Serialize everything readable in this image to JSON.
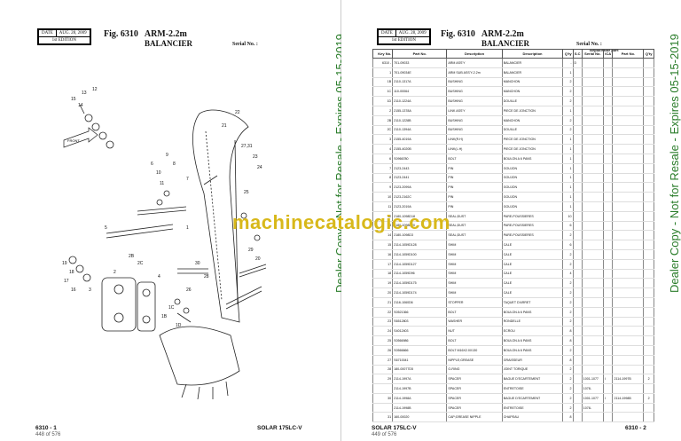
{
  "header": {
    "date_label": "DATE",
    "date_value": "AUG. 28, 2009",
    "edition": "1st EDITION",
    "fig": "Fig. 6310",
    "title_en": "ARM-2.2m",
    "title_fr": "BALANCIER",
    "serial": "Serial No. :"
  },
  "watermark": "Dealer Copy - Not for Resale - Expires 05-15-2019",
  "site_mark": "machinecatalogic.com",
  "left_footer": {
    "page": "6310 - 1",
    "count": "448 of 576",
    "model": "SOLAR 175LC-V"
  },
  "right_footer": {
    "page": "6310 - 2",
    "count": "449 of 576",
    "model": "SOLAR 175LC-V"
  },
  "diagram": {
    "callouts": [
      "15",
      "14",
      "13",
      "12",
      "10",
      "9",
      "8",
      "7",
      "6",
      "11",
      "27,31",
      "21",
      "22",
      "23",
      "24",
      "25",
      "1",
      "2",
      "3",
      "4",
      "5",
      "30",
      "28",
      "29",
      "26",
      "20",
      "19",
      "18",
      "17",
      "16",
      "2C",
      "2B",
      "1C",
      "1B",
      "1D"
    ],
    "front_label": "FRONT"
  },
  "table": {
    "headers": {
      "key": "Key No.",
      "part": "Part No.",
      "desc": "Description",
      "desc_fr": "Description",
      "qty": "Q'ty",
      "sc": "S.C",
      "serial": "Serial No.",
      "ica": "ICA",
      "repl_header": "Replaceable part",
      "repl_part": "Part No.",
      "repl_qty": "Q'ty"
    },
    "rows": [
      {
        "key": "6310 -",
        "part": "701-09033",
        "desc": "ARM ASS'Y",
        "fr": "BALANCIER",
        "q": "-",
        "s": "D",
        "sn": "",
        "i": "",
        "rp": "",
        "rq": ""
      },
      {
        "key": "1",
        "part": "701-09034E",
        "desc": "ARM SUB ASS'Y-2.2m",
        "fr": "BALANCIER",
        "q": "1",
        "s": "",
        "sn": "",
        "i": "",
        "rp": "",
        "rq": ""
      },
      {
        "key": "1B",
        "part": "2110-1317A",
        "desc": "  BUSHING",
        "fr": "  MANCHON",
        "q": "2",
        "s": "",
        "sn": "",
        "i": "",
        "rp": "",
        "rq": ""
      },
      {
        "key": "1C",
        "part": "110-00064",
        "desc": "  BUSHING",
        "fr": "  MANCHON",
        "q": "2",
        "s": "",
        "sn": "",
        "i": "",
        "rp": "",
        "rq": ""
      },
      {
        "key": "1D",
        "part": "2110-1224A",
        "desc": "  BUSHING",
        "fr": "  DOUILLE",
        "q": "2",
        "s": "",
        "sn": "",
        "i": "",
        "rp": "",
        "rq": ""
      },
      {
        "key": "2",
        "part": "2155-1378A",
        "desc": "LINK ASS'Y",
        "fr": "PIECE DE JONCTION",
        "q": "1",
        "s": "",
        "sn": "",
        "i": "",
        "rp": "",
        "rq": ""
      },
      {
        "key": "2B",
        "part": "2110-1228B",
        "desc": "  BUSHING",
        "fr": "  MANCHON",
        "q": "2",
        "s": "",
        "sn": "",
        "i": "",
        "rp": "",
        "rq": ""
      },
      {
        "key": "2C",
        "part": "2110-1394A",
        "desc": "  BUSHING",
        "fr": "  DOUILLE",
        "q": "2",
        "s": "",
        "sn": "",
        "i": "",
        "rp": "",
        "rq": ""
      },
      {
        "key": "3",
        "part": "2155-4019A",
        "desc": "LINK(R.H)",
        "fr": "PIECE DE JONCTION",
        "q": "1",
        "s": "",
        "sn": "",
        "i": "",
        "rp": "",
        "rq": ""
      },
      {
        "key": "4",
        "part": "2155-4020B",
        "desc": "LINK(L.H)",
        "fr": "PIECE DE JONCTION",
        "q": "1",
        "s": "",
        "sn": "",
        "i": "",
        "rp": "",
        "rq": ""
      },
      {
        "key": "6",
        "part": "S0966780",
        "desc": "BOLT",
        "fr": "BOULON A 6 PANS",
        "q": "1",
        "s": "",
        "sn": "",
        "i": "",
        "rp": "",
        "rq": ""
      },
      {
        "key": "7",
        "part": "2123-2443",
        "desc": "PIN",
        "fr": "GOUJON",
        "q": "1",
        "s": "",
        "sn": "",
        "i": "",
        "rp": "",
        "rq": ""
      },
      {
        "key": "8",
        "part": "2123-2441",
        "desc": "PIN",
        "fr": "GOUJON",
        "q": "1",
        "s": "",
        "sn": "",
        "i": "",
        "rp": "",
        "rq": ""
      },
      {
        "key": "9",
        "part": "2123-2099A",
        "desc": "PIN",
        "fr": "GOUJON",
        "q": "1",
        "s": "",
        "sn": "",
        "i": "",
        "rp": "",
        "rq": ""
      },
      {
        "key": "10",
        "part": "2123-2162C",
        "desc": "PIN",
        "fr": "GOUJON",
        "q": "1",
        "s": "",
        "sn": "",
        "i": "",
        "rp": "",
        "rq": ""
      },
      {
        "key": "11",
        "part": "2123-2019A",
        "desc": "PIN",
        "fr": "GOUJON",
        "q": "1",
        "s": "",
        "sn": "",
        "i": "",
        "rp": "",
        "rq": ""
      },
      {
        "key": "12",
        "part": "2180-1098D18",
        "desc": "SEAL;DUST",
        "fr": "PARE-POUSSIERES",
        "q": "10",
        "s": "",
        "sn": "",
        "i": "",
        "rp": "",
        "rq": ""
      },
      {
        "key": "13",
        "part": "2180-1098D20",
        "desc": "SEAL;DUST",
        "fr": "PARE-POUSSIERES",
        "q": "6",
        "s": "",
        "sn": "",
        "i": "",
        "rp": "",
        "rq": ""
      },
      {
        "key": "14",
        "part": "2180-1098D3",
        "desc": "SEAL;DUST",
        "fr": "PARE-POUSSIERES",
        "q": "2",
        "s": "",
        "sn": "",
        "i": "",
        "rp": "",
        "rq": ""
      },
      {
        "key": "15",
        "part": "2114-1059D128",
        "desc": "SHIM",
        "fr": "CALE",
        "q": "6",
        "s": "",
        "sn": "",
        "i": "",
        "rp": "",
        "rq": ""
      },
      {
        "key": "16",
        "part": "2114-1059D100",
        "desc": "SHIM",
        "fr": "CALE",
        "q": "2",
        "s": "",
        "sn": "",
        "i": "",
        "rp": "",
        "rq": ""
      },
      {
        "key": "17",
        "part": "2114-1059D127",
        "desc": "SHIM",
        "fr": "CALE",
        "q": "2",
        "s": "",
        "sn": "",
        "i": "",
        "rp": "",
        "rq": ""
      },
      {
        "key": "18",
        "part": "2114-1059D96",
        "desc": "SHIM",
        "fr": "CALE",
        "q": "4",
        "s": "",
        "sn": "",
        "i": "",
        "rp": "",
        "rq": ""
      },
      {
        "key": "19",
        "part": "2114-1059D175",
        "desc": "SHIM",
        "fr": "CALE",
        "q": "2",
        "s": "",
        "sn": "",
        "i": "",
        "rp": "",
        "rq": ""
      },
      {
        "key": "20",
        "part": "2114-1059D174",
        "desc": "SHIM",
        "fr": "CALE",
        "q": "2",
        "s": "",
        "sn": "",
        "i": "",
        "rp": "",
        "rq": ""
      },
      {
        "key": "21",
        "part": "2116-1060D6",
        "desc": "STOPPER",
        "fr": "TAQUET D'ARRET",
        "q": "2",
        "s": "",
        "sn": "",
        "i": "",
        "rp": "",
        "rq": ""
      },
      {
        "key": "22",
        "part": "S0521366",
        "desc": "BOLT",
        "fr": "BOULON A 6 PANS",
        "q": "2",
        "s": "",
        "sn": "",
        "i": "",
        "rp": "",
        "rq": ""
      },
      {
        "key": "23",
        "part": "S6512803",
        "desc": "WASHER",
        "fr": "RONDELLE",
        "q": "2",
        "s": "",
        "sn": "",
        "i": "",
        "rp": "",
        "rq": ""
      },
      {
        "key": "24",
        "part": "S4012403",
        "desc": "NUT",
        "fr": "ECROU",
        "q": "8",
        "s": "",
        "sn": "",
        "i": "",
        "rp": "",
        "rq": ""
      },
      {
        "key": "25",
        "part": "S0566986",
        "desc": "BOLT",
        "fr": "BOULON A 6 PANS",
        "q": "8",
        "s": "",
        "sn": "",
        "i": "",
        "rp": "",
        "rq": ""
      },
      {
        "key": "26",
        "part": "S0566666",
        "desc": "BOLT M16X2.0X130",
        "fr": "BOULON A 6 PANS",
        "q": "2",
        "s": "",
        "sn": "",
        "i": "",
        "rp": "",
        "rq": ""
      },
      {
        "key": "27",
        "part": "S6710041",
        "desc": "NIPPLE;GREASE",
        "fr": "GRAISSEUR",
        "q": "8",
        "s": "",
        "sn": "",
        "i": "",
        "rp": "",
        "rq": ""
      },
      {
        "key": "28",
        "part": "180-00077D5",
        "desc": "O-RING",
        "fr": "JOINT TORIQUE",
        "q": "2",
        "s": "",
        "sn": "",
        "i": "",
        "rp": "",
        "rq": ""
      },
      {
        "key": "29",
        "part": "2114-1997A",
        "desc": "SPACER",
        "fr": "BAGUE D'ECARTEMENT",
        "q": "2",
        "s": "",
        "sn": "1001-1077",
        "i": "I",
        "rp": "2114-1997B",
        "rq": "2"
      },
      {
        "key": "",
        "part": "2114-1997B",
        "desc": "SPACER",
        "fr": "ENTRETOISE",
        "q": "2",
        "s": "",
        "sn": "1078-",
        "i": "",
        "rp": "",
        "rq": ""
      },
      {
        "key": "30",
        "part": "2114-1998A",
        "desc": "SPACER",
        "fr": "BAGUE D'ECARTEMENT",
        "q": "2",
        "s": "",
        "sn": "1001-1077",
        "i": "I",
        "rp": "2114-1998B",
        "rq": "2"
      },
      {
        "key": "",
        "part": "2114-1998B",
        "desc": "SPACER",
        "fr": "ENTRETOISE",
        "q": "2",
        "s": "",
        "sn": "1078-",
        "i": "",
        "rp": "",
        "rq": ""
      },
      {
        "key": "31",
        "part": "160-00020",
        "desc": "CAP;GREASE NIPPLE",
        "fr": "CHAPEAU",
        "q": "8",
        "s": "",
        "sn": "",
        "i": "",
        "rp": "",
        "rq": ""
      }
    ]
  }
}
